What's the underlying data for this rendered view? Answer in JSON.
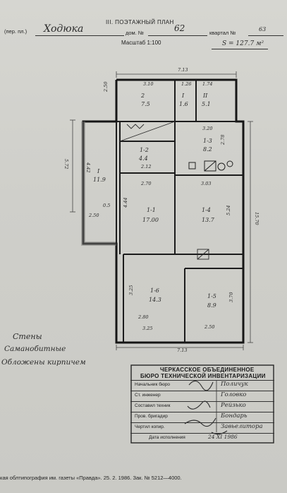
{
  "header": {
    "title": "III. ПОЭТАЖНЫЙ ПЛАН",
    "street_prefix": "(пер. пл.)",
    "street_value": "Ходюка",
    "house_label": "дом. №",
    "house_value": "62",
    "block_label": "квартал №",
    "block_value": "63",
    "scale_label": "Масштаб 1:100",
    "area_note": "S = 127.7 м²"
  },
  "plan": {
    "overall_top": "7.13",
    "overall_bottom": "7.13",
    "overall_right": "15.70",
    "overall_left": "5.72",
    "rooms": [
      {
        "id": "2",
        "area": "7.5"
      },
      {
        "id": "I",
        "area": "1.6"
      },
      {
        "id": "II",
        "area": "5.1"
      },
      {
        "id": "1-2",
        "area": "4.4"
      },
      {
        "id": "1-3",
        "area": "8.2"
      },
      {
        "id": "I",
        "area": "11.9"
      },
      {
        "id": "1-1",
        "area": "17.00"
      },
      {
        "id": "1-4",
        "area": "13.7"
      },
      {
        "id": "1-6",
        "area": "14.3"
      },
      {
        "id": "1-5",
        "area": "8.9"
      }
    ],
    "dims": [
      "3.10",
      "1.26",
      "1.74",
      "2.50",
      "3.20",
      "2.78",
      "2.12",
      "2.70",
      "3.03",
      "5.24",
      "4.44",
      "2.80",
      "3.25",
      "2.50",
      "3.70",
      "4.42",
      "2.50",
      "3.25",
      "0.5"
    ]
  },
  "legend": {
    "heading": "Стены",
    "line1": "Саманобитные",
    "line2": "Обложены кирпичем"
  },
  "stamp": {
    "org_line1": "ЧЕРКАССКОЕ ОБЪЕДИНЕННОЕ",
    "org_line2": "БЮРО ТЕХНИЧЕСКОЙ ИНВЕНТАРИЗАЦИИ",
    "rows": [
      {
        "role": "Начальник бюро",
        "name": "Поличук"
      },
      {
        "role": "Ст. инженер",
        "name": "Головко"
      },
      {
        "role": "Составил техник",
        "name": "Рейзько"
      },
      {
        "role": "Пров. бригадир",
        "name": "Бондарь"
      },
      {
        "role": "Чертил копир.",
        "name": "Завьелитора"
      }
    ],
    "date_label": "Дата исполнения",
    "date_value": "24  XI  1986"
  },
  "footer": {
    "text": "кая облтипография им. газеты «Правда». 25. 2. 1986. Зак. № 5212—4000."
  }
}
